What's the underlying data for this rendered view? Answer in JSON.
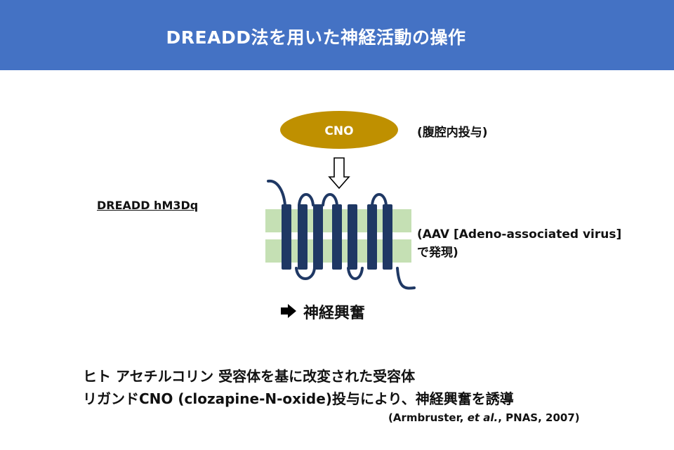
{
  "slide": {
    "title": "DREADD法を用いた神経活動の操作"
  },
  "diagram": {
    "ligand_label": "CNO",
    "administration_note": "(腹腔内投与)",
    "receptor_label": "DREADD hM3Dq",
    "expression_line1": "(AAV [Adeno-associated virus]",
    "expression_line2": "で発現)",
    "result_label": "神経興奮"
  },
  "description": {
    "line1": "ヒト アセチルコリン 受容体を基に改変された受容体",
    "line2": "リガンドCNO (clozapine-N-oxide)投与により、神経興奮を誘導"
  },
  "citation": {
    "open": "(Armbruster, ",
    "etal": "et al.",
    "rest": ", PNAS, 2007)"
  },
  "colors": {
    "header": "#4472c4",
    "ligand": "#bf9000",
    "receptor": "#1f3864",
    "membrane": "#c5e0b4"
  }
}
